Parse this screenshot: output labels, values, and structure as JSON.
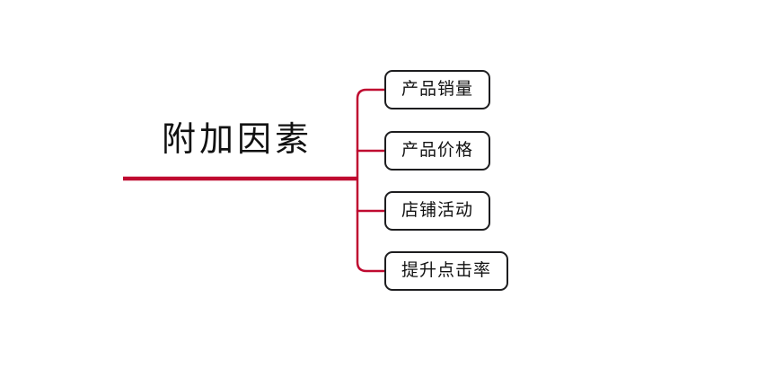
{
  "colors": {
    "accent": "#bf0a30",
    "node_border": "#1d1d1f",
    "text": "#111111"
  },
  "mindmap": {
    "root": {
      "label": "附加因素"
    },
    "children": [
      {
        "label": "产品销量"
      },
      {
        "label": "产品价格"
      },
      {
        "label": "店铺活动"
      },
      {
        "label": "提升点击率"
      }
    ]
  }
}
